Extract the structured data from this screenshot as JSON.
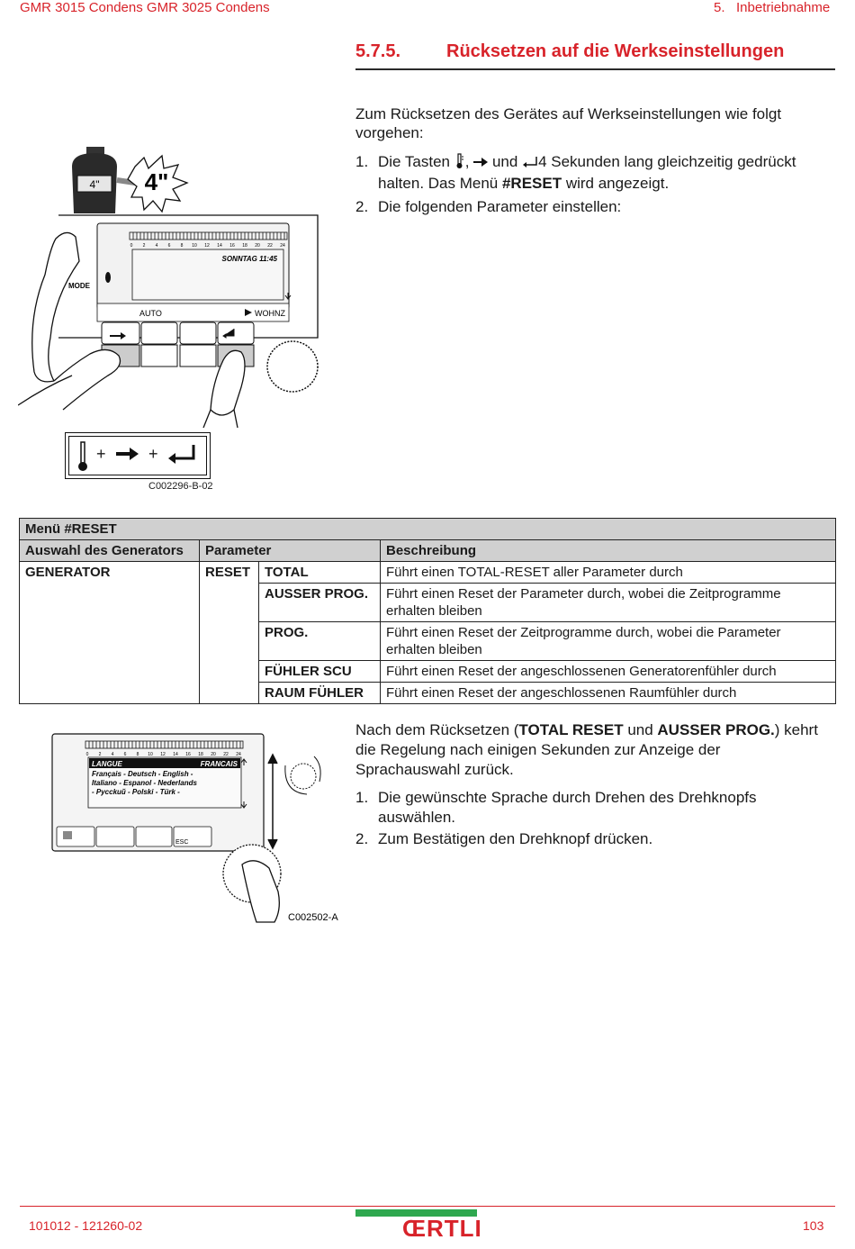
{
  "header": {
    "left": "GMR 3015 Condens GMR 3025 Condens",
    "right_num": "5.",
    "right_title": "Inbetriebnahme"
  },
  "section": {
    "number": "5.7.5.",
    "title": "Rücksetzen auf die Werkseinstellungen"
  },
  "intro": {
    "line1": "Zum Rücksetzen des Gerätes auf Werkseinstellungen wie folgt",
    "line2": "vorgehen:"
  },
  "steps1": [
    {
      "n": "1.",
      "a": "Die Tasten",
      "b": ",",
      "c": "und",
      "d": "4 Sekunden lang gleichzeitig gedrückt",
      "line2a": "halten. Das Menü ",
      "line2b": "#RESET",
      "line2c": " wird angezeigt."
    },
    {
      "n": "2.",
      "text": "Die folgenden Parameter einstellen:"
    }
  ],
  "figure1": {
    "timer_label": "4\"",
    "timer_small": "4\"",
    "display_time": "SONNTAG 11:45",
    "mode_label": "MODE",
    "auto_label": "AUTO",
    "wohnz_label": "WOHNZ",
    "ticks": [
      "0",
      "2",
      "4",
      "6",
      "8",
      "10",
      "12",
      "14",
      "16",
      "18",
      "20",
      "22",
      "24"
    ],
    "plus": "+",
    "code": "C002296-B-02"
  },
  "table": {
    "title": "Menü #RESET",
    "headers": [
      "Auswahl des Generators",
      "Parameter",
      "Beschreibung"
    ],
    "generator": "GENERATOR",
    "param_group": "RESET",
    "rows": [
      {
        "param": "TOTAL",
        "desc1": "Führt einen TOTAL-RESET aller Parameter durch",
        "desc2": ""
      },
      {
        "param": "AUSSER PROG.",
        "desc1": "Führt einen Reset der Parameter durch, wobei die Zeitprogramme",
        "desc2": "erhalten bleiben"
      },
      {
        "param": "PROG.",
        "desc1": "Führt einen Reset der Zeitprogramme durch, wobei die Parameter",
        "desc2": "erhalten bleiben"
      },
      {
        "param": "FÜHLER SCU",
        "desc1": "Führt einen Reset der angeschlossenen Generatorenfühler durch",
        "desc2": ""
      },
      {
        "param": "RAUM FÜHLER",
        "desc1": "Führt einen Reset der angeschlossenen Raumfühler durch",
        "desc2": ""
      }
    ]
  },
  "after": {
    "l1a": "Nach dem Rücksetzen (",
    "l1b": "TOTAL RESET",
    "l1c": " und ",
    "l1d": "AUSSER PROG.",
    "l1e": ") kehrt",
    "l2": "die Regelung nach einigen Sekunden zur Anzeige der",
    "l3": "Sprachauswahl zurück."
  },
  "steps2": [
    {
      "n": "1.",
      "l1": "Die gewünschte Sprache durch Drehen des Drehknopfs",
      "l2": "auswählen."
    },
    {
      "n": "2.",
      "l1": "Zum Bestätigen den Drehknopf drücken.",
      "l2": ""
    }
  ],
  "figure2": {
    "langue": "LANGUE",
    "francais": "FRANCAIS",
    "line1": "Français - Deutsch - English -",
    "line2": "Italiano - Espanol - Nederlands",
    "line3": "- Pycckий - Polski - Türk -",
    "esc": "ESC",
    "code": "C002502-A"
  },
  "footer": {
    "left": "101012  - 121260-02",
    "logo": "ŒRTLI",
    "page": "103"
  },
  "colors": {
    "accent": "#d8232a",
    "green": "#2fa84f",
    "table_header": "#d0d0d0"
  }
}
